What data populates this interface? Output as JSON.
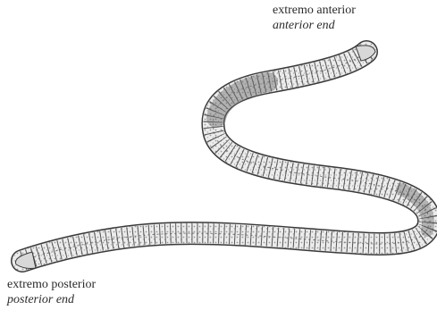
{
  "labels": {
    "anterior_es": "extremo anterior",
    "anterior_en": "anterior end",
    "posterior_es": "extremo posterior",
    "posterior_en": "posterior end"
  },
  "colors": {
    "outline": "#3a3a3a",
    "shading": "#8a8a8a",
    "segment": "#555555",
    "body_fill": "#e9e9e9"
  },
  "icons": {
    "illustration": "earthworm-drawing"
  }
}
